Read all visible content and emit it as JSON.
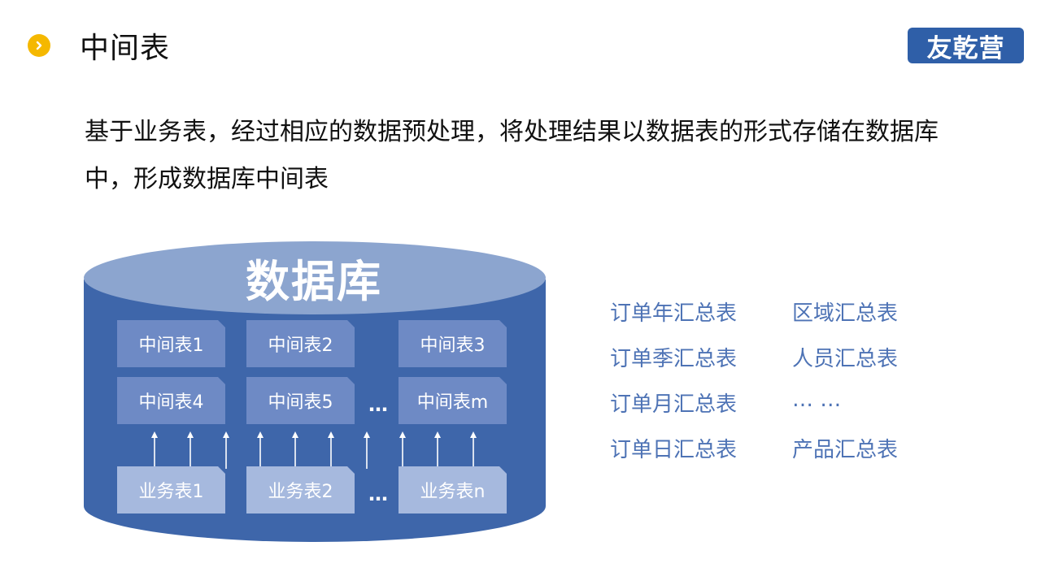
{
  "header": {
    "title": "中间表",
    "logo_text": "友乾营",
    "bullet_icon": "chevron-right-icon"
  },
  "description": "基于业务表，经过相应的数据预处理，将处理结果以数据表的形式存储在数据库中，形成数据库中间表",
  "database": {
    "label": "数据库",
    "intermediate_tables": [
      "中间表1",
      "中间表2",
      "中间表3",
      "中间表4",
      "中间表5",
      "中间表m"
    ],
    "business_tables": [
      "业务表1",
      "业务表2",
      "业务表n"
    ],
    "ellipsis": "…"
  },
  "summary_tables": {
    "left": [
      "订单年汇总表",
      "订单季汇总表",
      "订单月汇总表",
      "订单日汇总表"
    ],
    "right": [
      "区域汇总表",
      "人员汇总表",
      "… …",
      "产品汇总表"
    ]
  },
  "colors": {
    "accent": "#f5b800",
    "brand": "#2f5fa8",
    "cylinder_body": "#3e66aa",
    "cylinder_top": "#8ca5cf",
    "intermediate_box": "#6e8ac5",
    "business_box": "#a6b9de",
    "summary_text": "#4e73b5"
  }
}
